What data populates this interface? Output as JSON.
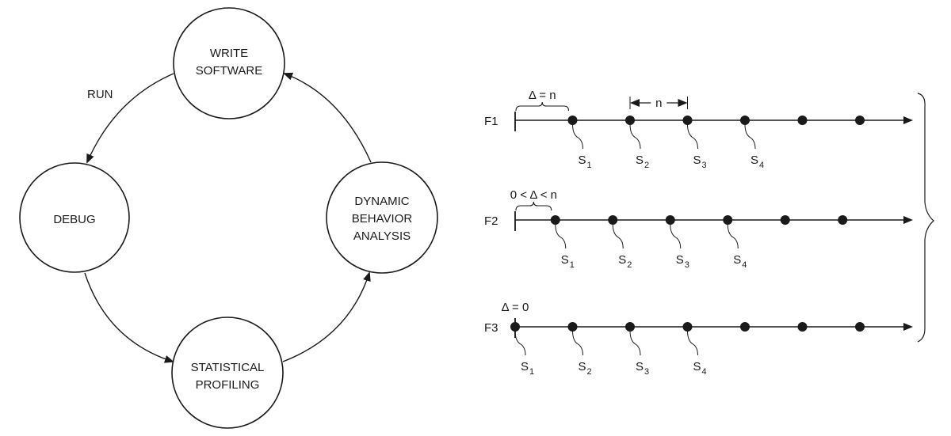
{
  "cycle": {
    "nodes": [
      {
        "id": "write",
        "lines": [
          "WRITE",
          "SOFTWARE"
        ]
      },
      {
        "id": "debug",
        "lines": [
          "DEBUG"
        ]
      },
      {
        "id": "profiling",
        "lines": [
          "STATISTICAL",
          "PROFILING"
        ]
      },
      {
        "id": "dynamic",
        "lines": [
          "DYNAMIC",
          "BEHAVIOR",
          "ANALYSIS"
        ]
      }
    ],
    "edges": [
      {
        "from": "write",
        "to": "debug",
        "label": "RUN"
      },
      {
        "from": "debug",
        "to": "profiling",
        "label": ""
      },
      {
        "from": "profiling",
        "to": "dynamic",
        "label": ""
      },
      {
        "from": "dynamic",
        "to": "write",
        "label": ""
      }
    ]
  },
  "timelines": [
    {
      "name": "F1",
      "offset_label": "Δ = n",
      "offset_fraction": 1.0,
      "samples": [
        "S",
        "S",
        "S",
        "S"
      ],
      "subscripts": [
        "1",
        "2",
        "3",
        "4"
      ],
      "dot_count": 6,
      "interval_label": "n"
    },
    {
      "name": "F2",
      "offset_label": "0 < Δ < n",
      "offset_fraction": 0.7,
      "samples": [
        "S",
        "S",
        "S",
        "S"
      ],
      "subscripts": [
        "1",
        "2",
        "3",
        "4"
      ],
      "dot_count": 6
    },
    {
      "name": "F3",
      "offset_label": "Δ = 0",
      "offset_fraction": 0.0,
      "samples": [
        "S",
        "S",
        "S",
        "S"
      ],
      "subscripts": [
        "1",
        "2",
        "3",
        "4"
      ],
      "dot_count": 7
    }
  ]
}
